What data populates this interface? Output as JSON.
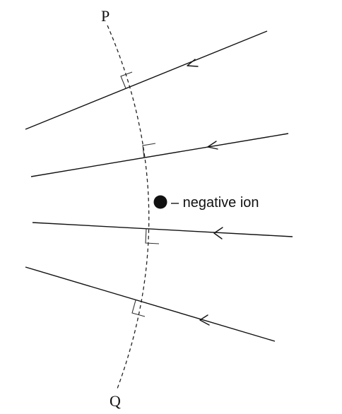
{
  "labels": {
    "point_p": "P",
    "point_q": "Q",
    "ion": "– negative ion"
  },
  "elements": {
    "field_lines": 4,
    "arrow_direction": "right-to-left",
    "equipotential": "dashed curve P to Q",
    "right_angle_markers": 4
  },
  "colors": {
    "ink": "#111111",
    "background": "#ffffff"
  }
}
